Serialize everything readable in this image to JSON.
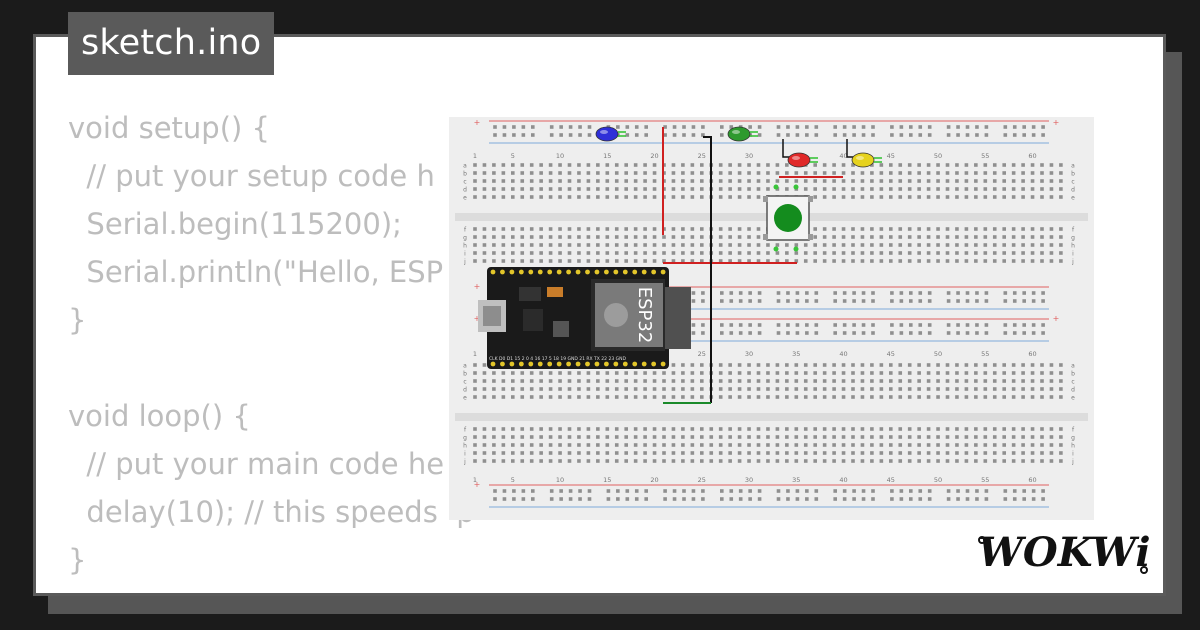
{
  "window": {
    "title": "sketch.ino"
  },
  "code_lines": [
    "void setup() {",
    "  // put your setup code h",
    "  Serial.begin(115200);",
    "  Serial.println(\"Hello, ESP",
    "}",
    "",
    "void loop() {",
    "  // put your main code he",
    "  delay(10); // this speeds  p",
    "}"
  ],
  "breadboard": {
    "column_numbers": [
      "1",
      "5",
      "10",
      "15",
      "20",
      "25",
      "30",
      "35",
      "40",
      "45",
      "50",
      "55",
      "60"
    ],
    "row_letters_top": [
      "a",
      "b",
      "c",
      "d",
      "e"
    ],
    "row_letters_bottom": [
      "f",
      "g",
      "h",
      "i",
      "j"
    ],
    "rail_plus": "+",
    "rail_minus": "-"
  },
  "board": {
    "chip_label": "ESP32",
    "pin_labels": "CLK D0 D1 15 2 0 4 16 17 5 18 19 GND 21 RX TX 22 23 GND"
  },
  "components": {
    "leds": [
      {
        "color_name": "blue",
        "color": "#2f2fd8"
      },
      {
        "color_name": "green",
        "color": "#2e9a2e"
      },
      {
        "color_name": "red",
        "color": "#e02828"
      },
      {
        "color_name": "yellow",
        "color": "#e6d21e"
      }
    ],
    "button_color": "#148c1e"
  },
  "logo": {
    "text": "WOKWi"
  },
  "colors": {
    "rail_red": "#e06060",
    "rail_blue": "#7fa9d9",
    "wire_red": "#d02020",
    "wire_black": "#111111",
    "wire_green": "#1a8a2a"
  }
}
